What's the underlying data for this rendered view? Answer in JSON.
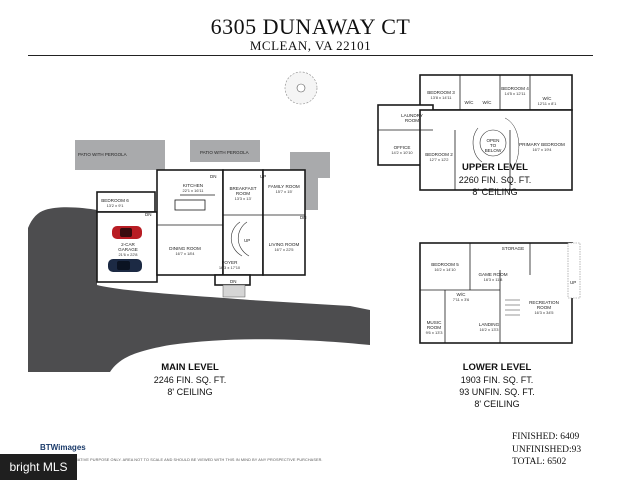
{
  "header": {
    "address": "6305 DUNAWAY CT",
    "city_line": "MCLEAN, VA 22101"
  },
  "main_level": {
    "name": "MAIN LEVEL",
    "fin_sqft": "2246 FIN. SQ. FT.",
    "ceiling": "8' CEILING",
    "rooms": [
      {
        "name": "PATIO WITH PERGOLA",
        "dim": ""
      },
      {
        "name": "PATIO WITH PERGOLA",
        "dim": ""
      },
      {
        "name": "KITCHEN",
        "dim": "22'1 x 16'11"
      },
      {
        "name": "BREAKFAST ROOM",
        "dim": "13'3 x 13'"
      },
      {
        "name": "FAMILY ROOM",
        "dim": "15'7 x 15'"
      },
      {
        "name": "BEDROOM 6",
        "dim": "13'2 x 9'1"
      },
      {
        "name": "2-CAR GARAGE",
        "dim": "21'6 x 22'8"
      },
      {
        "name": "DINING ROOM",
        "dim": "16'7 x 18'4"
      },
      {
        "name": "FOYER",
        "dim": "16'3 x 17'10"
      },
      {
        "name": "LIVING ROOM",
        "dim": "16'7 x 22'5"
      }
    ],
    "marks": [
      "DN",
      "UP",
      "DN",
      "DN",
      "UP",
      "DN"
    ]
  },
  "upper_level": {
    "name": "UPPER LEVEL",
    "fin_sqft": "2260 FIN. SQ. FT.",
    "ceiling": "8' CEILING",
    "rooms": [
      {
        "name": "BEDROOM 3",
        "dim": "13'8 x 14'11"
      },
      {
        "name": "BEDROOM 4",
        "dim": "14'5 x 12'11"
      },
      {
        "name": "LAUNDRY ROOM",
        "dim": ""
      },
      {
        "name": "W/C",
        "dim": ""
      },
      {
        "name": "W/C",
        "dim": ""
      },
      {
        "name": "W/C",
        "dim": "12'11 x 8'1"
      },
      {
        "name": "OFFICE",
        "dim": "14'2 x 10'10"
      },
      {
        "name": "BEDROOM 2",
        "dim": "12'7 x 12'2"
      },
      {
        "name": "OPEN TO BELOW",
        "dim": ""
      },
      {
        "name": "PRIMARY BEDROOM",
        "dim": "16'7 x 19'4"
      }
    ]
  },
  "lower_level": {
    "name": "LOWER LEVEL",
    "fin_sqft": "1903 FIN. SQ. FT.",
    "unfin_sqft": "93 UNFIN. SQ. FT.",
    "ceiling": "8' CEILING",
    "rooms": [
      {
        "name": "BEDROOM 5",
        "dim": "16'2 x 14'10"
      },
      {
        "name": "STORAGE",
        "dim": ""
      },
      {
        "name": "GAME ROOM",
        "dim": "16'3 x 11'8"
      },
      {
        "name": "W/C",
        "dim": "7'11 x 3'6"
      },
      {
        "name": "MUSIC ROOM",
        "dim": "9'6 x 13'3"
      },
      {
        "name": "LANDING",
        "dim": "16'2 x 13'3"
      },
      {
        "name": "RECREATION ROOM",
        "dim": "16'3 x 34'5"
      },
      {
        "name": "UP",
        "dim": ""
      }
    ]
  },
  "totals": {
    "finished": "FINISHED: 6409",
    "unfinished": "UNFINISHED:93",
    "total": "TOTAL: 6502"
  },
  "footer": {
    "brand": "BTWimages",
    "disclaimer": "FOR ILLUSTRATIVE PURPOSE ONLY. AREA NOT TO SCALE AND SHOULD BE VIEWED WITH THIS IN MIND BY ANY PROSPECTIVE PURCHASER.",
    "overlay": "bright MLS"
  },
  "colors": {
    "driveway": "#4d4d4f",
    "patio": "#a9aaac",
    "wall": "#1a1a1a",
    "car_red": "#b81d24",
    "car_navy": "#1c2a44",
    "hardwood": "#eeeeee"
  }
}
